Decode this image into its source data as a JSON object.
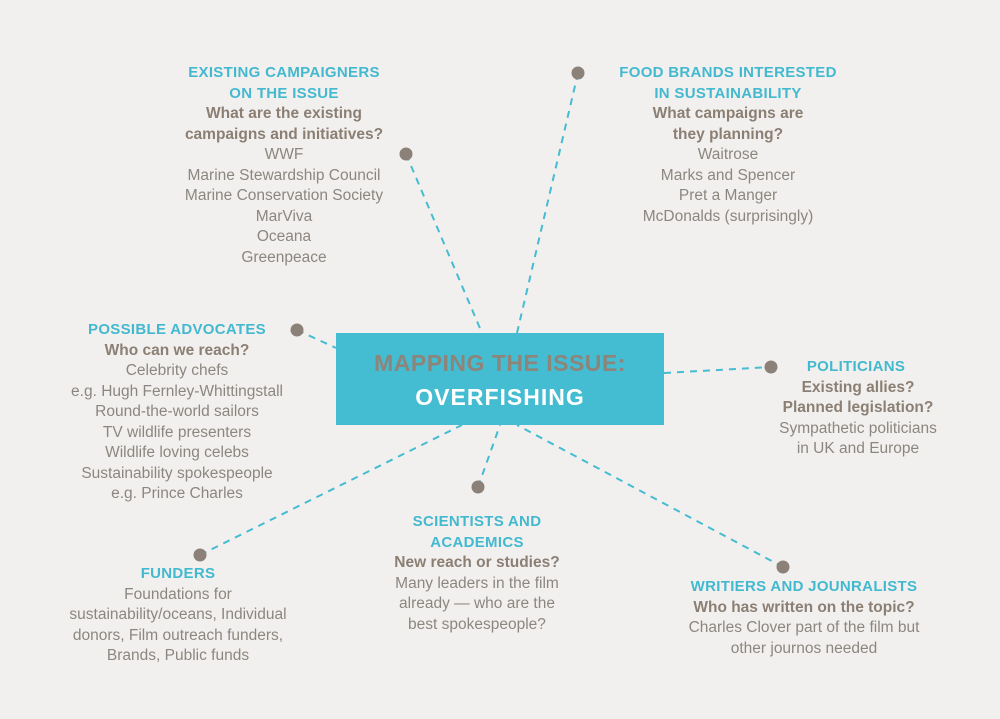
{
  "center": {
    "line1": "MAPPING THE ISSUE:",
    "line2": "OVERFISHING"
  },
  "colors": {
    "accent": "#44bcd2",
    "dot": "#8b8178",
    "question": "#8b7f74",
    "text": "#8c8680",
    "background": "#f2f0ee"
  },
  "nodes": {
    "campaigners": {
      "heading": [
        "EXISTING CAMPAIGNERS",
        "ON THE ISSUE"
      ],
      "question": [
        "What are the existing",
        "campaigns and initiatives?"
      ],
      "items": [
        "WWF",
        "Marine Stewardship Council",
        "Marine Conservation Society",
        "MarViva",
        "Oceana",
        "Greenpeace"
      ]
    },
    "food_brands": {
      "heading": [
        "FOOD BRANDS INTERESTED",
        "IN SUSTAINABILITY"
      ],
      "question": [
        "What campaigns are",
        "they planning?"
      ],
      "items": [
        "Waitrose",
        "Marks and Spencer",
        "Pret a Manger",
        "McDonalds (surprisingly)"
      ]
    },
    "advocates": {
      "heading": [
        "POSSIBLE ADVOCATES"
      ],
      "question": [
        "Who can we reach?"
      ],
      "items": [
        "Celebrity chefs",
        "e.g. Hugh Fernley-Whittingstall",
        "Round-the-world sailors",
        "TV wildlife presenters",
        "Wildlife loving celebs",
        "Sustainability spokespeople",
        "e.g. Prince Charles"
      ]
    },
    "politicians": {
      "heading": [
        "POLITICIANS"
      ],
      "question": [
        "Existing allies?",
        "Planned legislation?"
      ],
      "items": [
        "Sympathetic politicians",
        "in UK and Europe"
      ]
    },
    "funders": {
      "heading": [
        "FUNDERS"
      ],
      "question": [],
      "items": [
        "Foundations for",
        "sustainability/oceans, Individual",
        "donors, Film outreach funders,",
        "Brands, Public funds"
      ]
    },
    "scientists": {
      "heading": [
        "SCIENTISTS AND",
        "ACADEMICS"
      ],
      "question": [
        "New reach or studies?"
      ],
      "items": [
        "Many leaders in the film",
        "already — who are the",
        "best spokespeople?"
      ]
    },
    "writers": {
      "heading": [
        "WRITIERS AND JOUNRALISTS"
      ],
      "question": [
        "Who has written on the topic?"
      ],
      "items": [
        "Charles Clover part of the film but",
        "other journos needed"
      ]
    }
  }
}
